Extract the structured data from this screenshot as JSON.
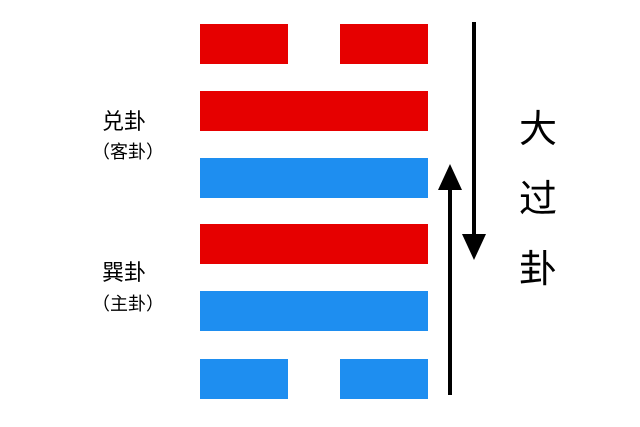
{
  "colors": {
    "yang": "#e60000",
    "yin": "#1e8ef0",
    "arrow": "#000000"
  },
  "hexagram": {
    "title_chars": [
      "大",
      "过",
      "卦"
    ],
    "upper_trigram": {
      "name": "兑卦",
      "role": "（客卦）"
    },
    "lower_trigram": {
      "name": "巽卦",
      "role": "（主卦）"
    },
    "lines_top_to_bottom": [
      {
        "type": "broken",
        "color": "yang"
      },
      {
        "type": "solid",
        "color": "yang"
      },
      {
        "type": "solid",
        "color": "yin"
      },
      {
        "type": "solid",
        "color": "yang"
      },
      {
        "type": "solid",
        "color": "yin"
      },
      {
        "type": "broken",
        "color": "yin"
      }
    ],
    "arrows": [
      {
        "direction": "down",
        "icon": "down-arrow-icon"
      },
      {
        "direction": "up",
        "icon": "up-arrow-icon"
      }
    ]
  }
}
